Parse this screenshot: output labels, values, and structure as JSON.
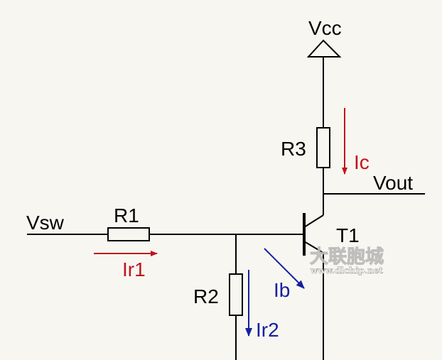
{
  "labels": {
    "vcc": "Vcc",
    "vout": "Vout",
    "vsw": "Vsw",
    "r1": "R1",
    "r2": "R2",
    "r3": "R3",
    "t1": "T1"
  },
  "currents": {
    "ir1": "Ir1",
    "ir2": "Ir2",
    "ib": "Ib",
    "ic": "Ic"
  },
  "watermark": {
    "title": "大联胞城",
    "url": "www.dlchip.net"
  },
  "colors": {
    "background": "#f8f6f0",
    "red_current": "#c0141c",
    "blue_current": "#1420a0"
  }
}
